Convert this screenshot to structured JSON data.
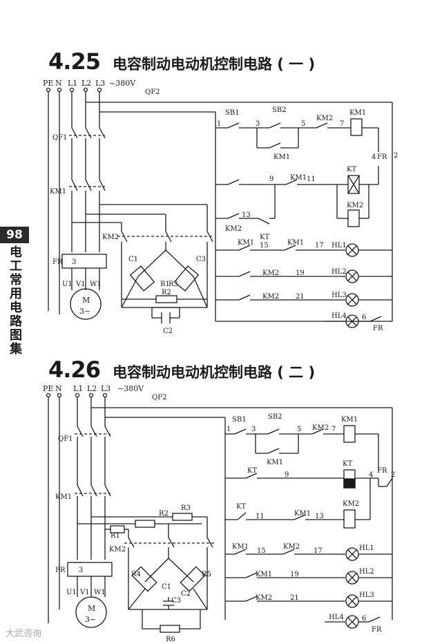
{
  "sidebar": {
    "page_number": "98",
    "book_title_chars": [
      "电",
      "工",
      "常",
      "用",
      "电",
      "路",
      "图",
      "集"
    ]
  },
  "watermark": "大武咨询",
  "circuits": [
    {
      "number": "4.25",
      "title": "电容制动电动机控制电路 ( 一 )",
      "supply": {
        "lines": [
          "PE",
          "N",
          "L1",
          "L2",
          "L3"
        ],
        "voltage": "~380V"
      },
      "main_components": [
        "QF2",
        "QF1",
        "KM1",
        "KM2",
        "FR",
        "3",
        "U1",
        "V1",
        "W1",
        "M",
        "3~",
        "C1",
        "C2",
        "C3",
        "R1",
        "R2",
        "R3"
      ],
      "control_labels": [
        "SB1",
        "SB2",
        "KM2",
        "KM1",
        "KT",
        "KM1",
        "FR",
        "KM2",
        "KM1",
        "KM2",
        "KM1",
        "KM1",
        "KM2",
        "HL1",
        "HL2",
        "HL3",
        "HL4",
        "FR"
      ],
      "wire_numbers": [
        "1",
        "3",
        "5",
        "7",
        "2",
        "4",
        "9",
        "11",
        "13",
        "15",
        "17",
        "19",
        "21",
        "6"
      ]
    },
    {
      "number": "4.26",
      "title": "电容制动电动机控制电路 ( 二 )",
      "supply": {
        "lines": [
          "PE",
          "N",
          "L1",
          "L2",
          "L3"
        ],
        "voltage": "~380V"
      },
      "main_components": [
        "QF2",
        "QF1",
        "KM1",
        "KM2",
        "FR",
        "3",
        "U1",
        "V1",
        "W1",
        "M",
        "3~",
        "R1",
        "R2",
        "R3",
        "R4",
        "R5",
        "R6",
        "C1",
        "C2",
        "C3"
      ],
      "control_labels": [
        "SB1",
        "SB2",
        "KM2",
        "KM1",
        "KM1",
        "KT",
        "FR",
        "KT",
        "KM1",
        "KM2",
        "KM1",
        "KM2",
        "KM1",
        "KM2",
        "HL1",
        "HL2",
        "HL3",
        "HL4",
        "FR"
      ],
      "wire_numbers": [
        "1",
        "3",
        "5",
        "7",
        "9",
        "2",
        "4",
        "11",
        "13",
        "15",
        "17",
        "19",
        "21",
        "6"
      ]
    }
  ]
}
